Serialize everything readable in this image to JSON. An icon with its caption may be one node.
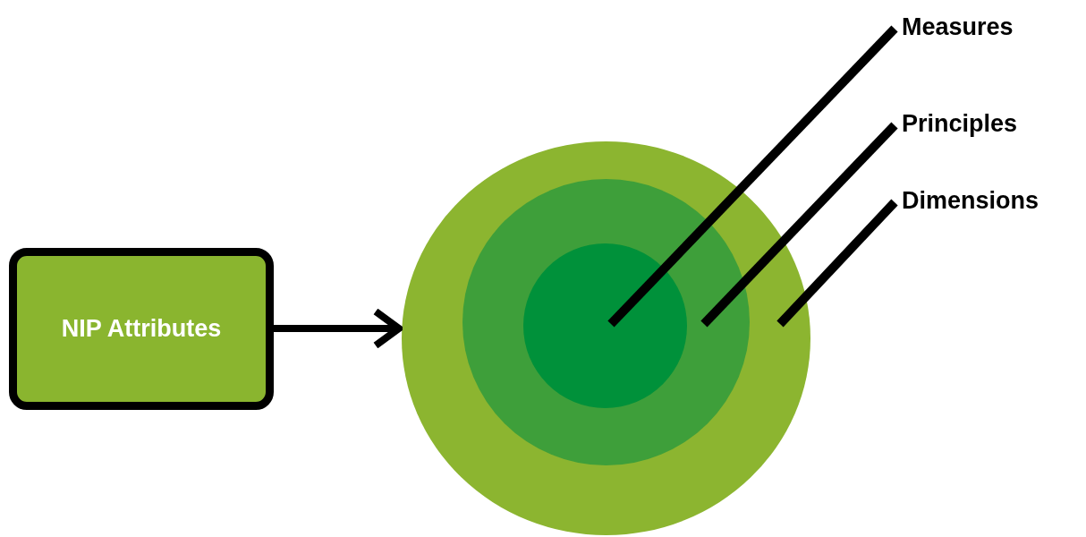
{
  "diagram": {
    "nodes": [
      {
        "text": [
          "NIP Attributes"
        ]
      },
      {
        "text": [],
        "shape": "circle"
      },
      {
        "text": [],
        "shape": "circle",
        "in": 1
      },
      {
        "text": [],
        "shape": "circle",
        "in": 2
      },
      {
        "text": [
          "Measures"
        ]
      },
      {
        "text": [
          "Principles"
        ]
      },
      {
        "text": [
          "Dimensions"
        ]
      }
    ],
    "edges": [
      {
        "from": 0,
        "to": 1,
        "arrow": "to"
      },
      {
        "from": 4,
        "to": 3,
        "arrow": "none"
      },
      {
        "from": 5,
        "to": 2,
        "arrow": "none"
      },
      {
        "from": 6,
        "to": 1,
        "arrow": "none"
      }
    ]
  }
}
